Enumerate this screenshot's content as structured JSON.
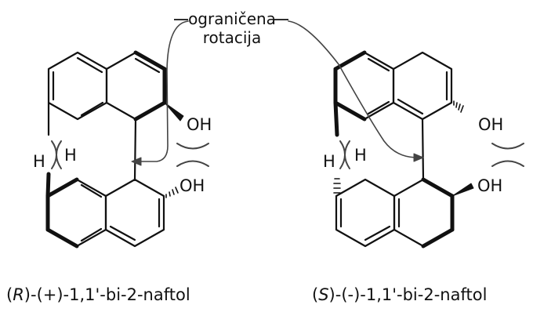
{
  "annotation": {
    "line1": "ograničena",
    "line2": "rotacija"
  },
  "left_molecule": {
    "hydroxyl_top": "OH",
    "hydroxyl_bottom": "OH",
    "h_left": "H",
    "h_right": "H",
    "caption": {
      "open": "(",
      "config": "R",
      "rest": ")-(+)-1,1'-bi-2-naftol"
    }
  },
  "right_molecule": {
    "hydroxyl_top": "OH",
    "hydroxyl_bottom": "OH",
    "h_left": "H",
    "h_right": "H",
    "caption": {
      "open": "(",
      "config": "S",
      "rest": ")-(-)-1,1'-bi-2-naftol"
    }
  },
  "colors": {
    "ink": "#111111",
    "bond_light": "#555555",
    "curve": "#444444"
  }
}
